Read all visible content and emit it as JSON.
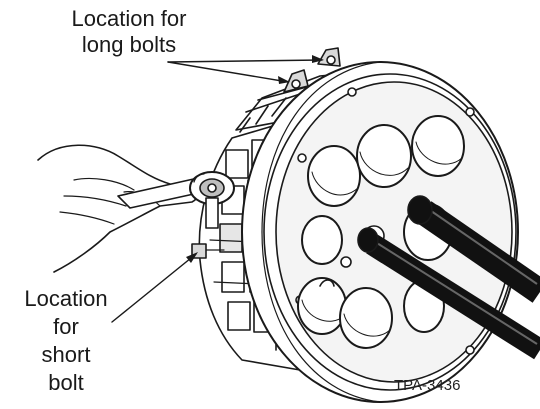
{
  "labels": {
    "long_bolts": [
      "Location for",
      "long bolts"
    ],
    "short_bolt": [
      "Location",
      "for",
      "short",
      "bolt"
    ]
  },
  "figure_code": "TPA-3436",
  "illustration": {
    "subjects": [
      "hand-icon",
      "ratchet-wrench-icon",
      "cable-closure-endplate-icon",
      "cable-icon"
    ],
    "cable_ports_visible": 8,
    "cables_inserted": 2
  },
  "colors": {
    "line": "#1a1a1a",
    "cable": "#111111",
    "body_light": "#ffffff",
    "shade": "#cfcfcf"
  }
}
